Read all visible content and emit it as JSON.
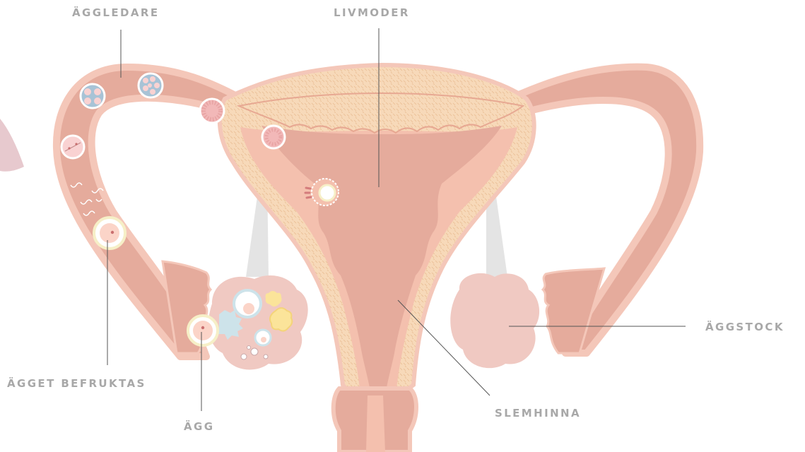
{
  "labels": {
    "fallopian_tube": "ÄGGLEDARE",
    "uterus": "LIVMODER",
    "ovary": "ÄGGSTOCK",
    "egg_fertilized": "ÄGGET BEFRUKTAS",
    "endometrium": "SLEMHINNA",
    "egg": "ÄGG"
  },
  "colors": {
    "label_text": "#a8a8a8",
    "leader_line": "#555555",
    "tube_fill": "#e5ab9c",
    "tube_outline": "#f4c7b9",
    "muscle_fill": "#f7d9b9",
    "ovary_fill": "#f0c9c2",
    "ligament": "#e4e4e4",
    "decor_pink": "#e7c9ce"
  }
}
